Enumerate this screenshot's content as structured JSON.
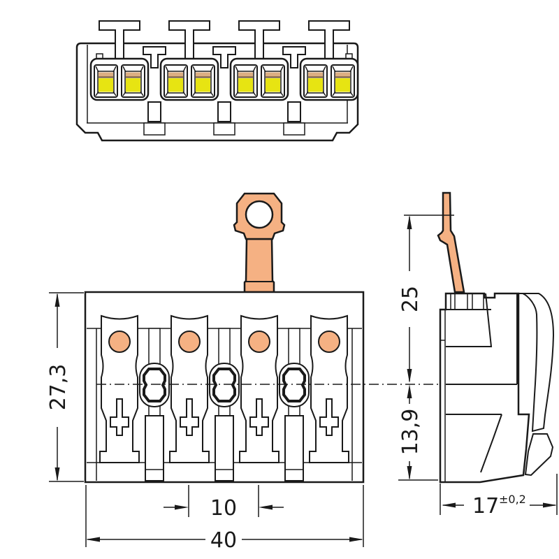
{
  "title": "terminal-block-dimension-drawing",
  "dimensions": {
    "front_height": "27,3",
    "front_width": "40",
    "pole_pitch": "10",
    "side_height_upper": "25",
    "side_height_lower": "13,9",
    "side_depth": "17",
    "side_depth_tolerance": "±0,2"
  },
  "colors": {
    "outline": "#1a1a1a",
    "copper": "#f5b183",
    "yellow": "#e7e412",
    "tan": "#dcae82",
    "tan_shadow": "#6b5138",
    "paper": "#ffffff"
  }
}
